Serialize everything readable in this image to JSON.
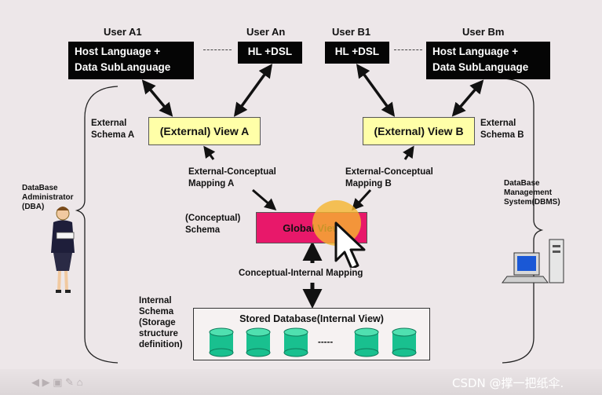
{
  "users": {
    "a1": "User A1",
    "an": "User An",
    "b1": "User B1",
    "bm": "User Bm"
  },
  "boxes": {
    "host_a1": [
      "Host Language +",
      "Data SubLanguage"
    ],
    "hl_an": "HL +DSL",
    "hl_b1": "HL +DSL",
    "host_bm": [
      "Host Language +",
      "Data SubLanguage"
    ],
    "view_a": "(External)  View  A",
    "view_b": "(External)  View  B",
    "global_view": "Global View",
    "stored_db": "Stored Database(Internal View)"
  },
  "labels": {
    "external_schema_a": [
      "External",
      "Schema  A"
    ],
    "external_schema_b": [
      "External",
      "Schema  B"
    ],
    "ec_mapping_a": [
      "External-Conceptual",
      "Mapping A"
    ],
    "ec_mapping_b": [
      "External-Conceptual",
      "Mapping B"
    ],
    "conceptual_schema": [
      "(Conceptual)",
      "Schema"
    ],
    "ci_mapping": "Conceptual-Internal Mapping",
    "internal_schema": [
      "Internal",
      "Schema",
      "(Storage",
      "structure",
      "definition)"
    ],
    "dba": [
      "DataBase",
      "Administrator",
      "(DBA)"
    ],
    "dbms": [
      "DataBase",
      "Management",
      "System(DBMS)"
    ]
  },
  "db_separator": "-----",
  "watermark": "CSDN @撑一把纸伞.",
  "colors": {
    "black_box": "#050505",
    "view_fill": "#ffffa8",
    "global_fill": "#e8186a",
    "cylinder": "#19c08f",
    "highlight": "#f5b52e"
  }
}
